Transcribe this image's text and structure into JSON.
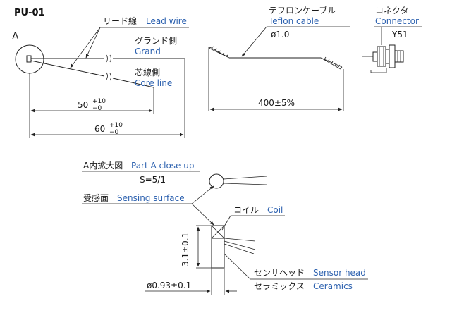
{
  "title": "PU-01",
  "part_a_marker": "A",
  "cable_labels": {
    "lead_wire_ja": "リード線",
    "lead_wire_en": "Lead wire",
    "grand_ja": "グランド側",
    "grand_en": "Grand",
    "core_ja": "芯線側",
    "core_en": "Core line"
  },
  "dimensions": {
    "core_length": "50",
    "core_tol_plus": "+10",
    "core_tol_minus": "−0",
    "total_length": "60",
    "total_tol_plus": "+10",
    "total_tol_minus": "−0",
    "cable_length": "400±5%",
    "sensor_height": "3.1±0.1",
    "sensor_diameter": "ø0.93±0.1"
  },
  "teflon": {
    "ja": "テフロンケーブル",
    "en": "Teflon cable",
    "diameter": "ø1.0"
  },
  "connector": {
    "ja": "コネクタ",
    "en": "Connector",
    "model": "Y51"
  },
  "closeup": {
    "title_ja": "A内拡大図",
    "title_en": "Part A close up",
    "scale": "S=5/1",
    "sensing_ja": "受感面",
    "sensing_en": "Sensing surface",
    "coil_ja": "コイル",
    "coil_en": "Coil",
    "head_ja": "センサヘッド",
    "head_en": "Sensor head",
    "ceramics_ja": "セラミックス",
    "ceramics_en": "Ceramics"
  }
}
